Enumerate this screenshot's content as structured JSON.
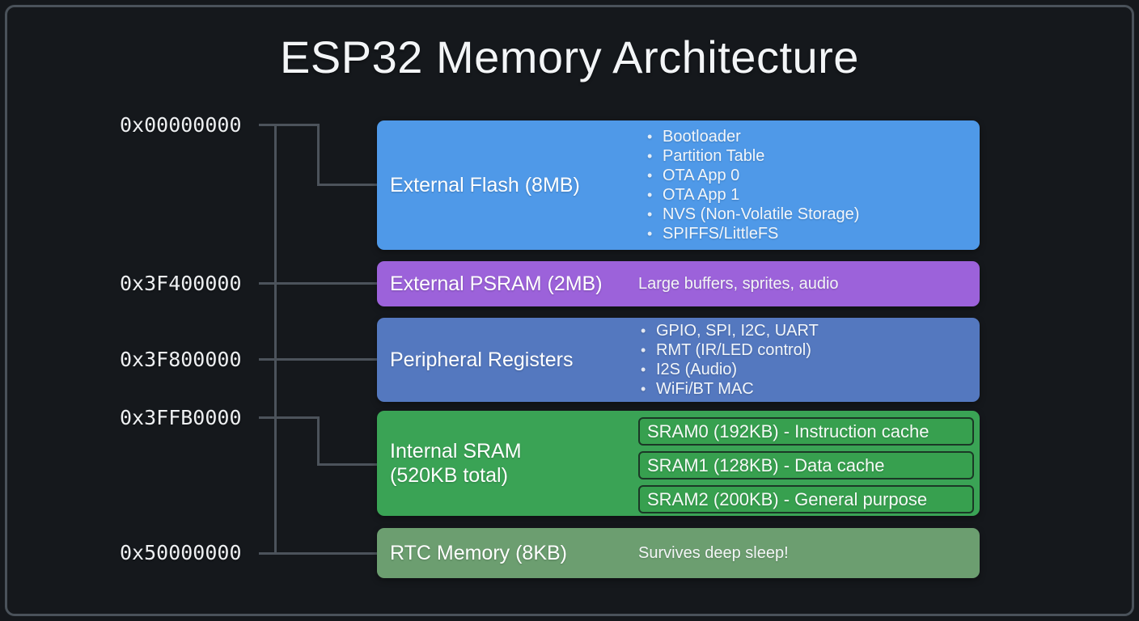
{
  "title": "ESP32 Memory Architecture",
  "addresses": [
    {
      "label": "0x00000000"
    },
    {
      "label": "0x3F400000"
    },
    {
      "label": "0x3F800000"
    },
    {
      "label": "0x3FFB0000"
    },
    {
      "label": "0x50000000"
    }
  ],
  "blocks": {
    "flash": {
      "label": "External Flash (8MB)",
      "color": "#4f99e8",
      "items": [
        "Bootloader",
        "Partition Table",
        "OTA App 0",
        "OTA App 1",
        "NVS (Non-Volatile Storage)",
        "SPIFFS/LittleFS"
      ]
    },
    "psram": {
      "label": "External PSRAM (2MB)",
      "color": "#9c62da",
      "description": "Large buffers, sprites, audio"
    },
    "peripherals": {
      "label": "Peripheral Registers",
      "color": "#5478bf",
      "items": [
        "GPIO, SPI, I2C, UART",
        "RMT (IR/LED control)",
        "I2S (Audio)",
        "WiFi/BT MAC"
      ]
    },
    "sram": {
      "label": "Internal SRAM",
      "sublabel": "(520KB total)",
      "color": "#3aa355",
      "bank_fill": "#37a04f",
      "bank_border": "#1b3826",
      "banks": [
        "SRAM0 (192KB) - Instruction cache",
        "SRAM1 (128KB) - Data cache",
        "SRAM2 (200KB) - General purpose"
      ]
    },
    "rtc": {
      "label": "RTC Memory (8KB)",
      "color": "#6c9e70",
      "description": "Survives deep sleep!"
    }
  },
  "colors": {
    "background": "#15181c",
    "outer_background": "#101317",
    "frame_border": "#4a525a",
    "connector": "#4c535b",
    "title_text": "#f3f5f7",
    "address_text": "#edeff1"
  }
}
